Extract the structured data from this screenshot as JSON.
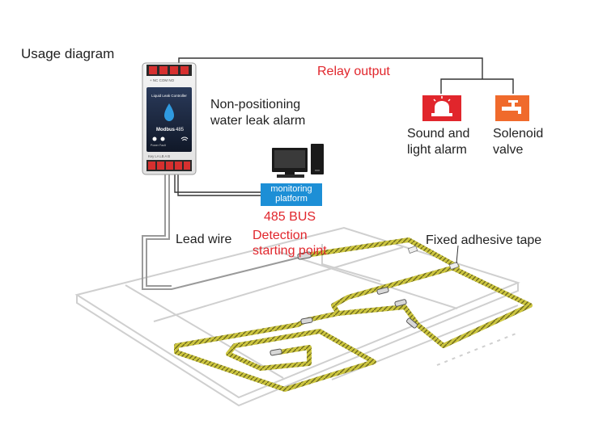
{
  "title": "Usage diagram",
  "labels": {
    "relay_output": "Relay output",
    "non_positioning_line1": "Non-positioning",
    "non_positioning_line2": "water leak alarm",
    "sound_alarm_line1": "Sound and",
    "sound_alarm_line2": "light alarm",
    "solenoid_line1": "Solenoid",
    "solenoid_line2": "valve",
    "monitoring_line1": "monitoring",
    "monitoring_line2": "platform",
    "bus": "485 BUS",
    "lead_wire": "Lead wire",
    "detection_line1": "Detection",
    "detection_line2": "starting point",
    "fixed_tape": "Fixed adhesive tape"
  },
  "device": {
    "name": "Liquid Leak Controller",
    "brand": "Modbus",
    "model": "485",
    "top_terminals": "+  NC COM NO",
    "bottom_terminals": "Key  LA  LB  A  B",
    "led_left": "Power",
    "led_right": "Fault"
  },
  "colors": {
    "red": "#e1262c",
    "orange": "#f06a2c",
    "blue": "#1d8fd6",
    "cable_yellow": "#c9c23c",
    "floor_line": "#c9c9c9"
  },
  "icons": {
    "alarm": "siren-icon",
    "valve": "faucet-icon",
    "computer": "computer-icon"
  }
}
